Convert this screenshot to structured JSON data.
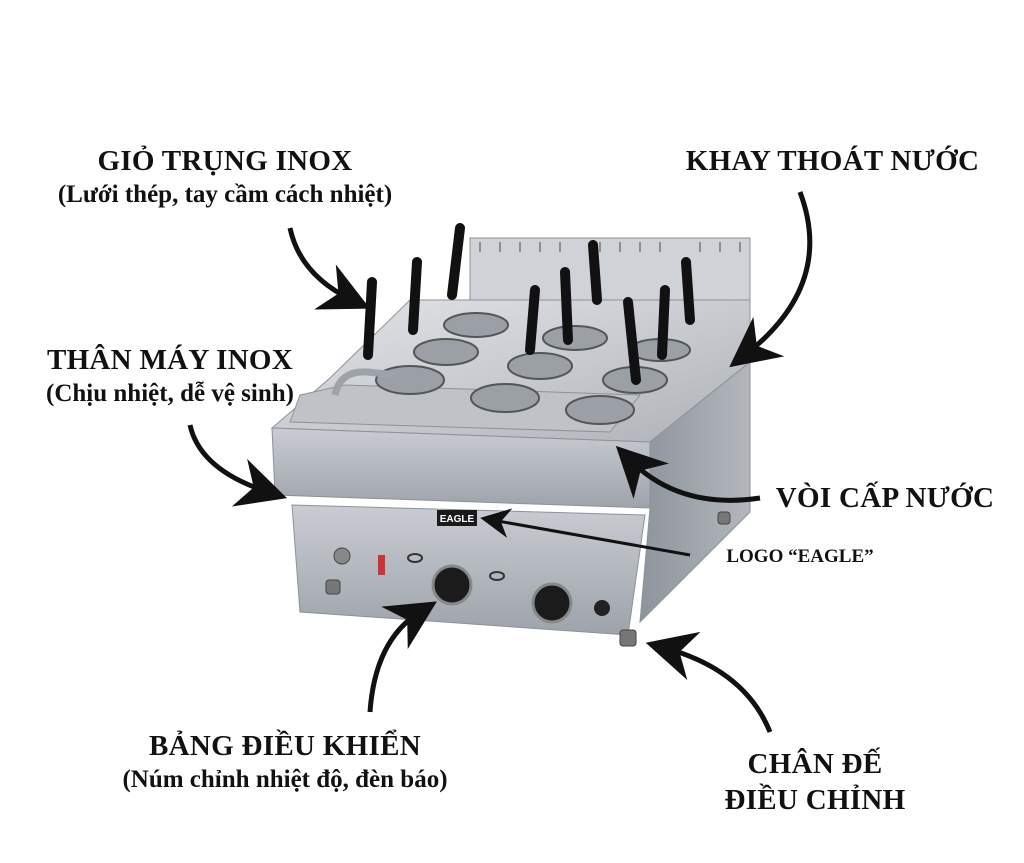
{
  "labels": {
    "basket": {
      "title": "GIỎ TRỤNG INOX",
      "subtitle": "(Lưới thép, tay cầm cách nhiệt)"
    },
    "drain_tray": {
      "title": "KHAY THOÁT NƯỚC"
    },
    "body": {
      "title": "THÂN MÁY INOX",
      "subtitle": "(Chịu nhiệt, dễ vệ sinh)"
    },
    "water_tap": {
      "title": "VÒI CẤP NƯỚC"
    },
    "logo": {
      "title": "LOGO “EAGLE”"
    },
    "control_panel": {
      "title": "BẢNG ĐIỀU KHIỂN",
      "subtitle": "(Núm chỉnh nhiệt độ, đèn báo)"
    },
    "feet": {
      "title_line1": "CHÂN ĐẾ",
      "title_line2": "ĐIỀU CHỈNH"
    }
  },
  "product": {
    "brand_plate": "EAGLE"
  }
}
